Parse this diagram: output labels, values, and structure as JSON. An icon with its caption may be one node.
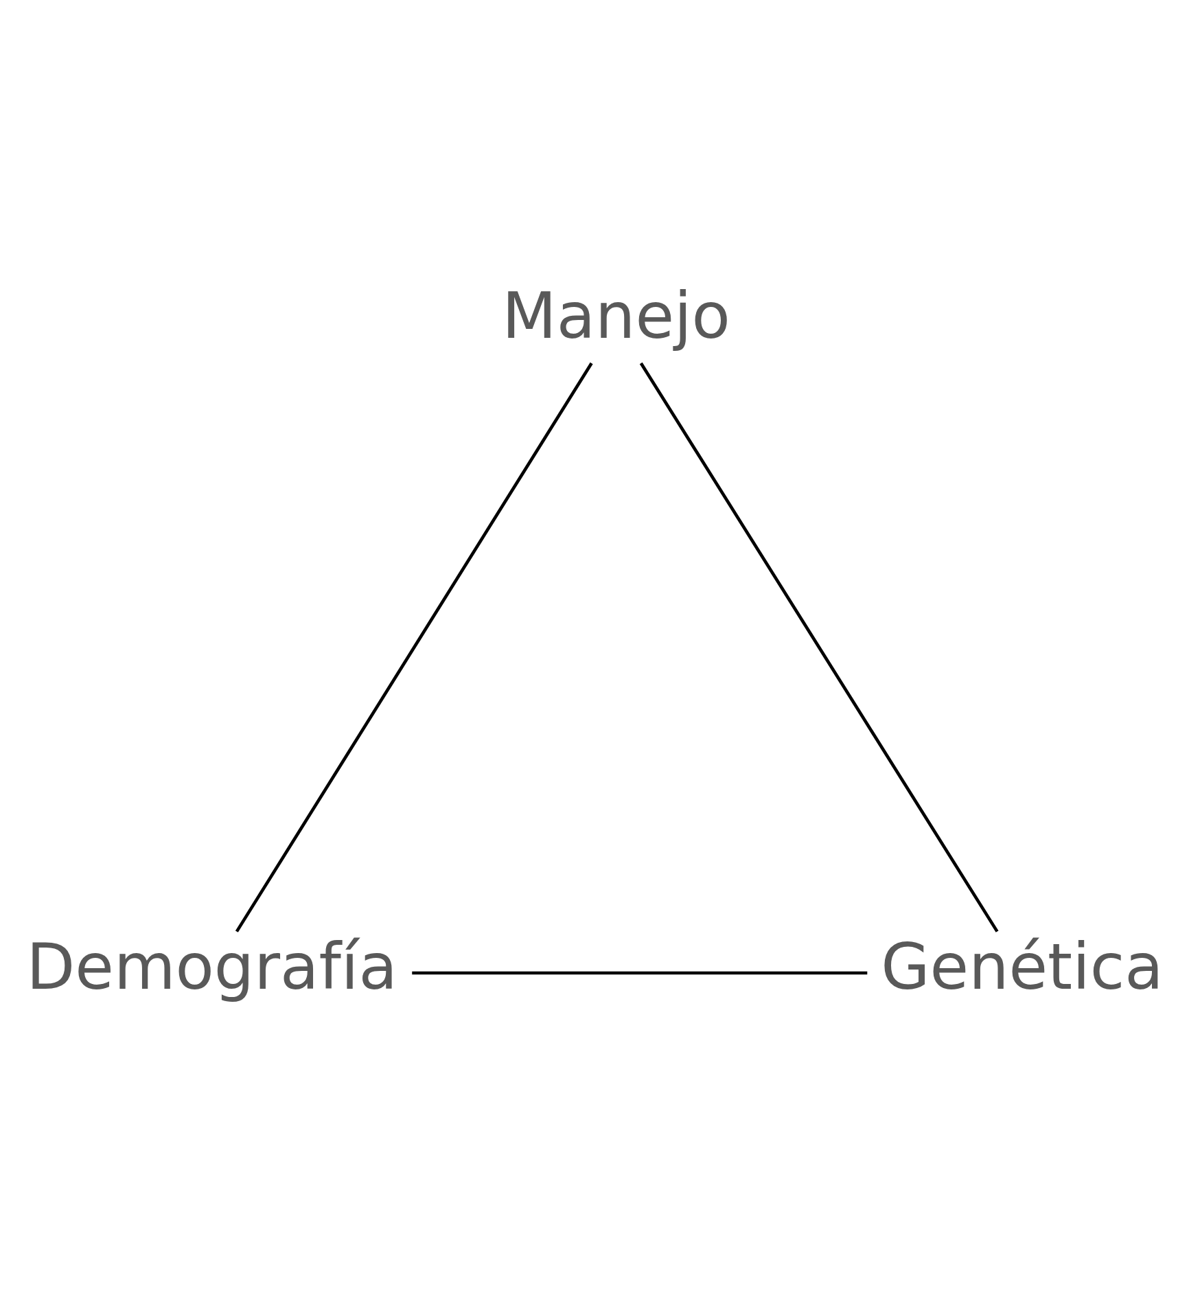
{
  "diagram": {
    "nodes": [
      {
        "text": [
          "Manejo"
        ]
      },
      {
        "text": [
          "Demografía"
        ]
      },
      {
        "text": [
          "Genética"
        ]
      }
    ],
    "edges": [
      {
        "from": 0,
        "to": 1,
        "arrow": "none"
      },
      {
        "from": 0,
        "to": 2,
        "arrow": "none"
      },
      {
        "from": 1,
        "to": 2,
        "arrow": "none"
      }
    ]
  }
}
